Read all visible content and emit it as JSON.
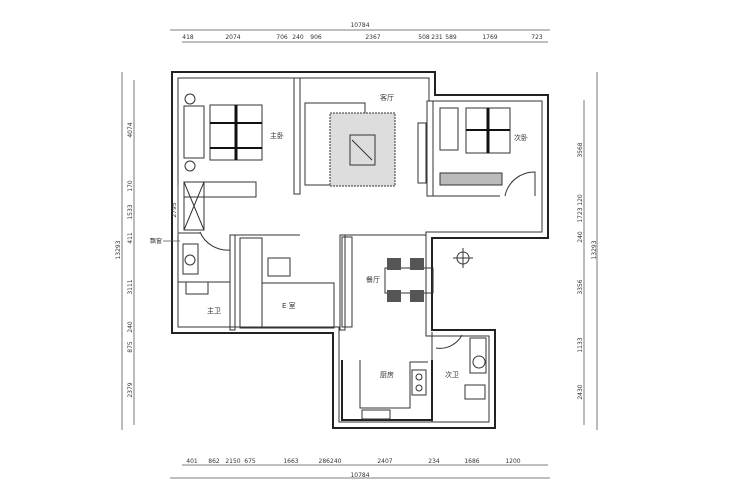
{
  "top_dims": {
    "total": "10784",
    "segments": [
      "418",
      "2074",
      "706",
      "240",
      "906",
      "2367",
      "508",
      "231",
      "589",
      "1769",
      "723"
    ]
  },
  "bottom_dims": {
    "total": "10784",
    "segments": [
      "401",
      "862",
      "2150",
      "675",
      "1663",
      "286240",
      "2407",
      "234",
      "1686",
      "1200"
    ]
  },
  "left_dims": {
    "total": "13293",
    "segments": [
      "4074",
      "170",
      "1533",
      "411",
      "3111",
      "240",
      "875",
      "2379"
    ]
  },
  "right_dims": {
    "total": "13293",
    "segments": [
      "3568",
      "120",
      "1723",
      "240",
      "3356",
      "1133",
      "2430"
    ]
  },
  "inner_dims": {
    "wardrobe": "2795",
    "note": "飘窗"
  },
  "rooms": {
    "master_bedroom": "主卧",
    "living_room": "客厅",
    "second_bedroom": "次卧",
    "master_bath": "主卫",
    "study": "E 室",
    "dining": "餐厅",
    "kitchen": "厨房",
    "second_bath": "次卫"
  }
}
